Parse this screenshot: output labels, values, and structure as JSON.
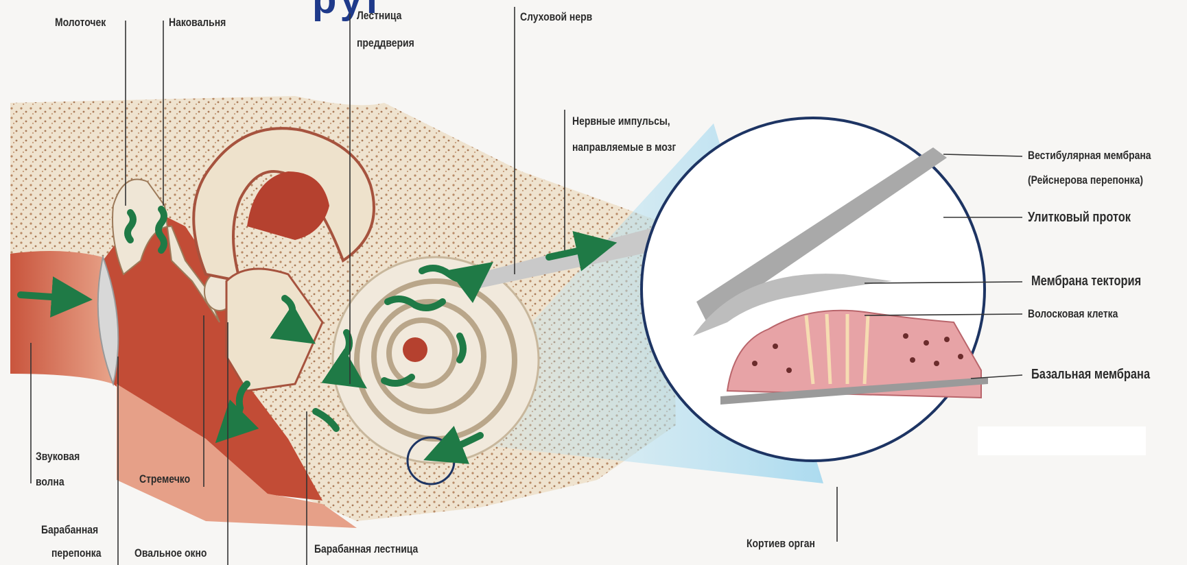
{
  "title_fragment": "руг",
  "labels": {
    "malleus": "Молоточек",
    "incus": "Наковальня",
    "scala_vestibuli_1": "Лестница",
    "scala_vestibuli_2": "преддверия",
    "auditory_nerve": "Слуховой нерв",
    "impulses_1": "Нервные импульсы,",
    "impulses_2": "направляемые в мозг",
    "vestibular_membrane_1": "Вестибулярная мембрана",
    "vestibular_membrane_2": "(Рейснерова перепонка)",
    "cochlear_duct": "Улитковый проток",
    "tectorial_membrane": "Мембрана тектория",
    "hair_cell": "Волосковая клетка",
    "basilar_membrane": "Базальная мембрана",
    "sound_wave_1": "Звуковая",
    "sound_wave_2": "волна",
    "stapes": "Стремечко",
    "eardrum_1": "Барабанная",
    "eardrum_2": "перепонка",
    "oval_window": "Овальное окно",
    "scala_tympani": "Барабанная лестница",
    "organ_of_corti": "Кортиев орган"
  },
  "colors": {
    "bone": "#efe3cf",
    "bone_dots": "#b88a66",
    "flesh": "#b5412f",
    "flesh_light": "#e3957c",
    "cochlea": "#f1e9dc",
    "arrow": "#1f7a46",
    "nerve": "#c9c9c9",
    "highlight": "#a8dcef",
    "cells": "#e7a3a6",
    "title": "#1f3a8a"
  }
}
